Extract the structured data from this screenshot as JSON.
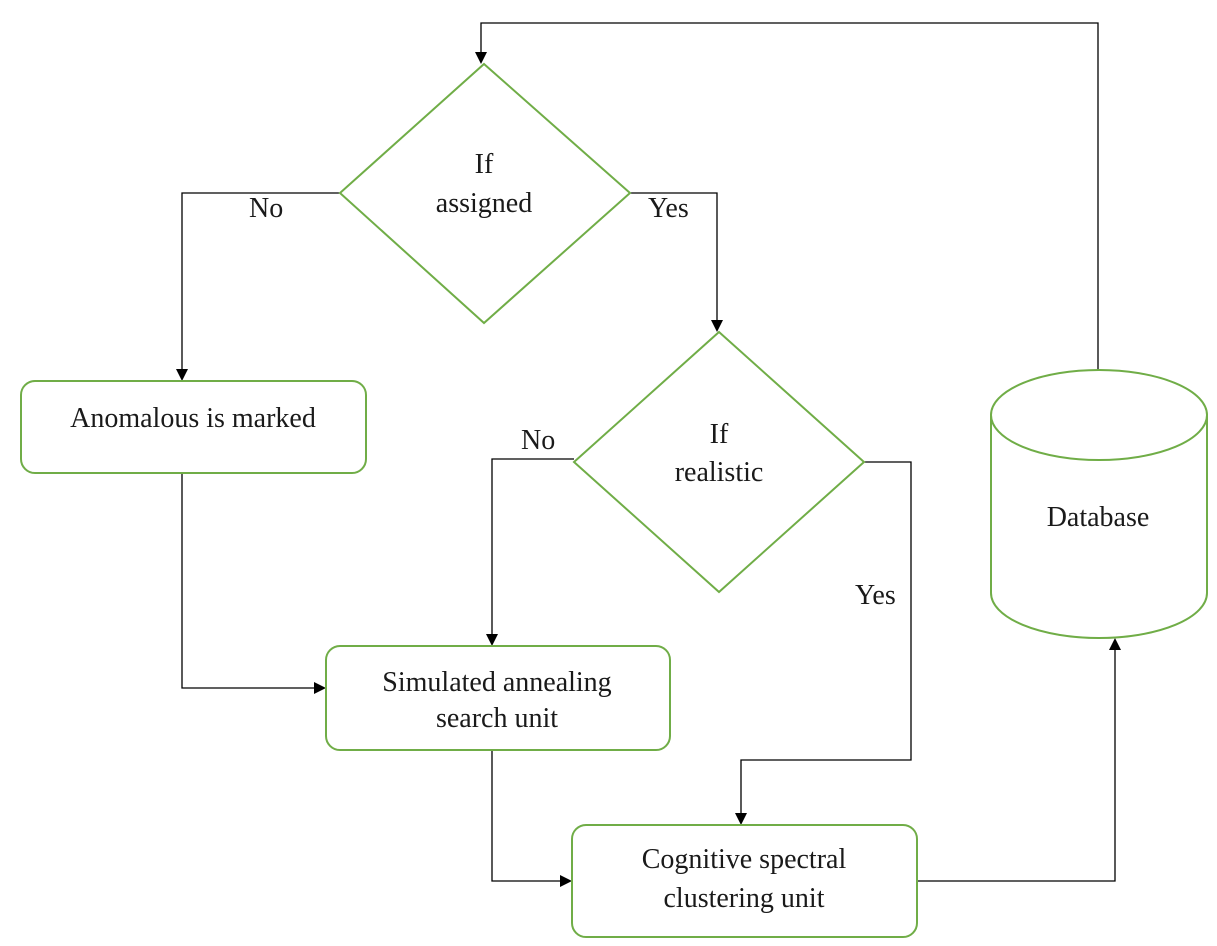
{
  "nodes": {
    "decision_assigned": {
      "line1": "If",
      "line2": "assigned"
    },
    "decision_realistic": {
      "line1": "If",
      "line2": "realistic"
    },
    "anomalous": {
      "label": "Anomalous is marked"
    },
    "simulated_annealing": {
      "line1": "Simulated annealing",
      "line2": "search unit"
    },
    "cognitive_clustering": {
      "line1": "Cognitive spectral",
      "line2": "clustering unit"
    },
    "database": {
      "label": "Database"
    }
  },
  "edge_labels": {
    "assigned_no": "No",
    "assigned_yes": "Yes",
    "realistic_no": "No",
    "realistic_yes": "Yes"
  },
  "colors": {
    "shape_stroke": "#70ad47",
    "connector": "#000000",
    "text": "#1a1a1a"
  }
}
